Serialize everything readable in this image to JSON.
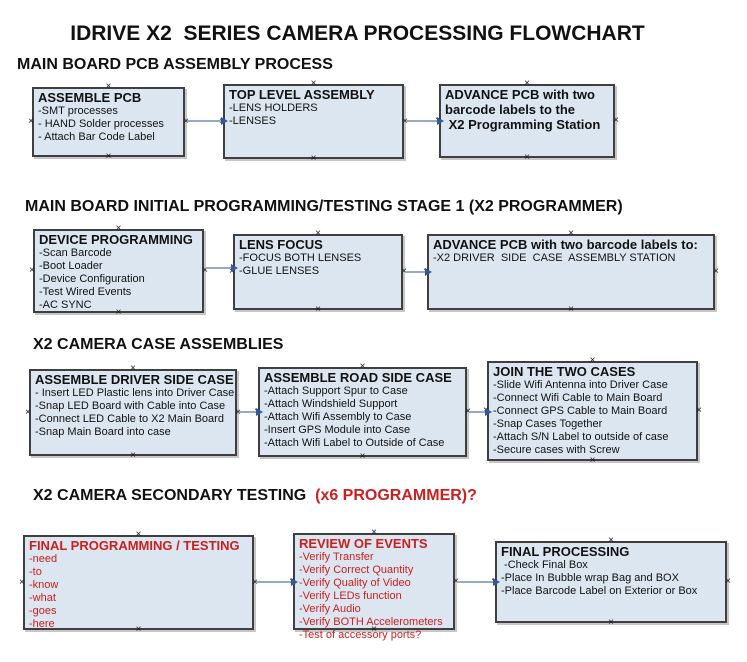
{
  "title": "IDRIVE X2  SERIES CAMERA PROCESSING FLOWCHART",
  "colors": {
    "box_fill": "#dce6f1",
    "box_border": "#3f3f3f",
    "arrow_line": "#97a9c7",
    "arrow_head": "#33589b",
    "red_text": "#cc2020",
    "black_text": "#111111"
  },
  "sections": [
    {
      "heading": "MAIN BOARD PCB ASSEMBLY PROCESS",
      "boxes": [
        {
          "title_lines": [
            "ASSEMBLE PCB"
          ],
          "items": [
            "-SMT processes",
            "- HAND Solder processes",
            "- Attach Bar Code Label"
          ]
        },
        {
          "title_lines": [
            "TOP LEVEL ASSEMBLY"
          ],
          "items": [
            "-LENS HOLDERS",
            "-LENSES"
          ]
        },
        {
          "title_lines": [
            "ADVANCE PCB with two",
            "barcode labels to the",
            " X2 Programming Station"
          ],
          "items": []
        }
      ]
    },
    {
      "heading": "MAIN BOARD INITIAL PROGRAMMING/TESTING STAGE 1 (X2 PROGRAMMER)",
      "boxes": [
        {
          "title_lines": [
            "DEVICE PROGRAMMING"
          ],
          "items": [
            "-Scan Barcode",
            "-Boot Loader",
            "-Device Configuration",
            "-Test Wired Events",
            "-AC SYNC"
          ]
        },
        {
          "title_lines": [
            "LENS FOCUS"
          ],
          "items": [
            "-FOCUS BOTH LENSES",
            "-GLUE LENSES"
          ]
        },
        {
          "title_lines": [
            "ADVANCE PCB with two barcode labels to:"
          ],
          "items": [
            "-X2 DRIVER  SIDE  CASE  ASSEMBLY STATION"
          ]
        }
      ]
    },
    {
      "heading": "X2 CAMERA CASE ASSEMBLIES",
      "boxes": [
        {
          "title_lines": [
            "ASSEMBLE DRIVER SIDE CASE"
          ],
          "items": [
            "- Insert LED Plastic lens into Driver Case",
            "-Snap LED Board with Cable into Case",
            "-Connect LED Cable to X2 Main Board",
            "-Snap Main Board into case"
          ]
        },
        {
          "title_lines": [
            "ASSEMBLE ROAD SIDE CASE"
          ],
          "items": [
            "-Attach Support Spur to Case",
            "-Attach Windshield Support",
            "-Attach Wifi Assembly to Case",
            "-Insert GPS Module into Case",
            "-Attach Wifi Label to Outside of Case"
          ]
        },
        {
          "title_lines": [
            "JOIN THE TWO CASES"
          ],
          "items": [
            "-Slide Wifi Antenna into Driver Case",
            "-Connect Wifi Cable to Main Board",
            "-Connect GPS Cable to Main Board",
            "-Snap Cases Together",
            "-Attach S/N Label to outside of case",
            "-Secure cases with Screw"
          ]
        }
      ]
    },
    {
      "heading": "X2 CAMERA SECONDARY TESTING",
      "heading_red": "  (x6 PROGRAMMER)?",
      "boxes": [
        {
          "title_lines": [
            "FINAL PROGRAMMING / TESTING"
          ],
          "items": [
            "-need",
            "-to",
            "-know",
            "-what",
            "-goes",
            "-here"
          ]
        },
        {
          "title_lines": [
            "REVIEW OF EVENTS"
          ],
          "items": [
            "-Verify Transfer",
            "-Verify Correct Quantity",
            "-Verify Quality of Video",
            "-Verify LEDs function",
            "-Verify Audio",
            "-Verify BOTH Accelerometers",
            "-Test of accessory ports?"
          ]
        },
        {
          "title_lines": [
            "FINAL PROCESSING"
          ],
          "items": [
            " -Check Final Box",
            "-Place In Bubble wrap Bag and BOX",
            "-Place Barcode Label on Exterior or Box"
          ]
        }
      ]
    }
  ]
}
